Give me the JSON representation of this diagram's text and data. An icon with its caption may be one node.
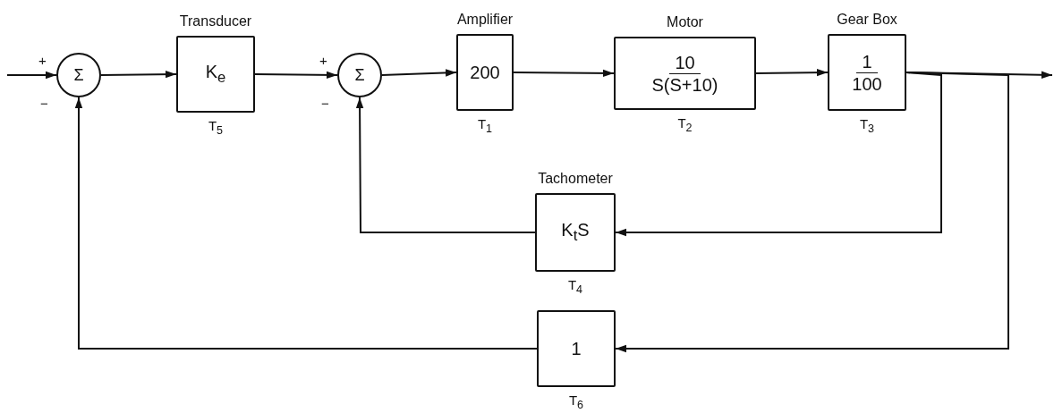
{
  "diagram": {
    "nodes": [
      {
        "text": [
          "Σ"
        ],
        "beside": [
          "+",
          "−"
        ]
      },
      {
        "text": [
          "Transducer",
          "K$_{e}$"
        ],
        "beside": [
          "T$_{5}$"
        ]
      },
      {
        "text": [
          "Σ"
        ],
        "beside": [
          "+",
          "−"
        ]
      },
      {
        "text": [
          "Amplifier",
          "200"
        ],
        "beside": [
          "T$_{1}$"
        ]
      },
      {
        "text": [
          "Motor",
          "10",
          "S(S+10)"
        ],
        "beside": [
          "T$_{2}$"
        ]
      },
      {
        "text": [
          "Gear Box",
          "1",
          "100"
        ],
        "beside": [
          "T$_{3}$"
        ]
      },
      {
        "text": [
          "Tachometer",
          "K$_{t}$S"
        ],
        "beside": [
          "T$_{4}$"
        ]
      },
      {
        "text": [
          "1"
        ],
        "beside": [
          "T$_{6}$"
        ]
      }
    ],
    "edges": [
      {
        "from": null,
        "to": 0,
        "arrow": "to"
      },
      {
        "from": 0,
        "to": 1,
        "arrow": "to"
      },
      {
        "from": 1,
        "to": 2,
        "arrow": "to"
      },
      {
        "from": 2,
        "to": 3,
        "arrow": "to"
      },
      {
        "from": 3,
        "to": 4,
        "arrow": "to"
      },
      {
        "from": 4,
        "to": 5,
        "arrow": "to"
      },
      {
        "from": 5,
        "to": null,
        "arrow": "to"
      },
      {
        "from": 5,
        "to": 6,
        "arrow": "to"
      },
      {
        "from": 6,
        "to": 2,
        "arrow": "to"
      },
      {
        "from": 5,
        "to": 7,
        "arrow": "to"
      },
      {
        "from": 7,
        "to": 0,
        "arrow": "to"
      }
    ]
  }
}
